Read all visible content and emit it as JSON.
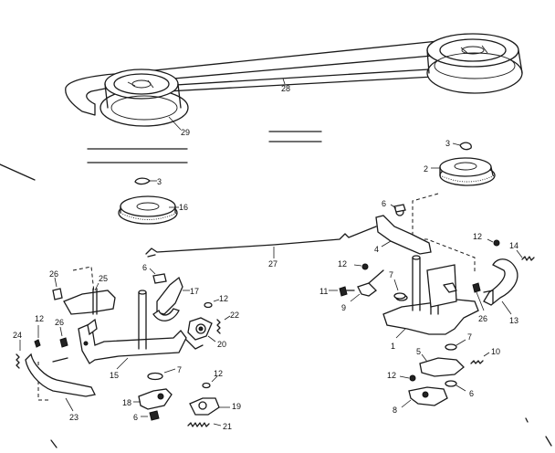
{
  "callouts": [
    {
      "id": "c28",
      "text": "28"
    },
    {
      "id": "c29",
      "text": "29"
    },
    {
      "id": "c3a",
      "text": "3"
    },
    {
      "id": "c2",
      "text": "2"
    },
    {
      "id": "c3b",
      "text": "3"
    },
    {
      "id": "c16",
      "text": "16"
    },
    {
      "id": "c6a",
      "text": "6"
    },
    {
      "id": "c4",
      "text": "4"
    },
    {
      "id": "c12a",
      "text": "12"
    },
    {
      "id": "c14",
      "text": "14"
    },
    {
      "id": "c27",
      "text": "27"
    },
    {
      "id": "c6b",
      "text": "6"
    },
    {
      "id": "c26a",
      "text": "26"
    },
    {
      "id": "c25",
      "text": "25"
    },
    {
      "id": "c17",
      "text": "17"
    },
    {
      "id": "c12b",
      "text": "12"
    },
    {
      "id": "c12c",
      "text": "12"
    },
    {
      "id": "c7a",
      "text": "7"
    },
    {
      "id": "c11",
      "text": "11"
    },
    {
      "id": "c9",
      "text": "9"
    },
    {
      "id": "c26b",
      "text": "26"
    },
    {
      "id": "c13",
      "text": "13"
    },
    {
      "id": "c22",
      "text": "22"
    },
    {
      "id": "c12d",
      "text": "12"
    },
    {
      "id": "c26c",
      "text": "26"
    },
    {
      "id": "c20",
      "text": "20"
    },
    {
      "id": "c1",
      "text": "1"
    },
    {
      "id": "c7b",
      "text": "7"
    },
    {
      "id": "c24",
      "text": "24"
    },
    {
      "id": "c5",
      "text": "5"
    },
    {
      "id": "c10",
      "text": "10"
    },
    {
      "id": "c15",
      "text": "15"
    },
    {
      "id": "c7c",
      "text": "7"
    },
    {
      "id": "c12e",
      "text": "12"
    },
    {
      "id": "c12f",
      "text": "12"
    },
    {
      "id": "c6c",
      "text": "6"
    },
    {
      "id": "c18",
      "text": "18"
    },
    {
      "id": "c19",
      "text": "19"
    },
    {
      "id": "c8",
      "text": "8"
    },
    {
      "id": "c23",
      "text": "23"
    },
    {
      "id": "c6d",
      "text": "6"
    },
    {
      "id": "c21",
      "text": "21"
    }
  ]
}
